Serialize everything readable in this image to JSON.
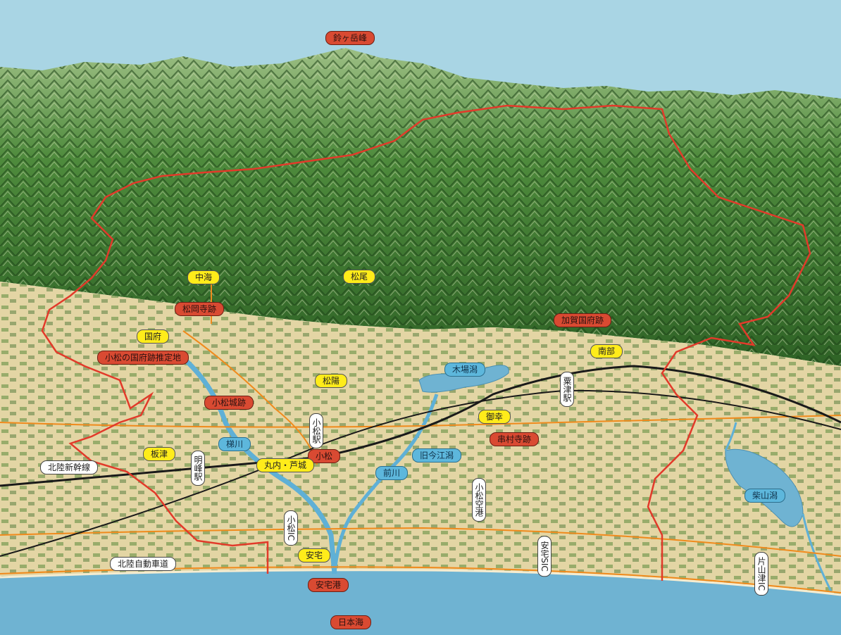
{
  "colors": {
    "sky": "#a9d5e4",
    "sea": "#6fb3d2",
    "plain": "#e3d5a4",
    "forest": "#3f7a34",
    "boundary": "#e23a2a",
    "railway": "#1a1a1a",
    "road": "#f08a1c",
    "river": "#5fb0d6"
  },
  "labels": {
    "peak": "鈴ヶ岳峰",
    "nakaumi": "中海",
    "matsuo": "松尾",
    "kokufu": "国府",
    "kokufu_site": "小松の国府跡推定地",
    "nanbu": "南部",
    "matsuhata": "松陽",
    "kiba_lake": "木場潟",
    "kanatsu_station": "粟津駅",
    "mitake": "御幸",
    "komatsu_station": "小松駅",
    "itazu": "板津",
    "meiho_station": "明峰駅",
    "kakehashi_river": "梯川",
    "marunouchi": "丸内・芦城",
    "maeno_river": "前川",
    "imae_lagoon": "旧今江潟",
    "shinkansen": "北陸新幹線",
    "komatsu_port": "小松空港",
    "komatsu_ic": "小松IC",
    "ataka": "安宅",
    "expressway": "北陸自動車道",
    "ataka_sic": "安宅SIC",
    "shibayama_lagoon": "柴山潟",
    "katayamazu_ic": "片山津IC",
    "sea": "日本海",
    "minato_harbor": "安宅港",
    "nakaumi_site": "松岡寺跡",
    "south_site": "加賀国府跡",
    "castle_site": "小松城跡",
    "red_center": "小松",
    "red_mid": "串村寺跡"
  }
}
